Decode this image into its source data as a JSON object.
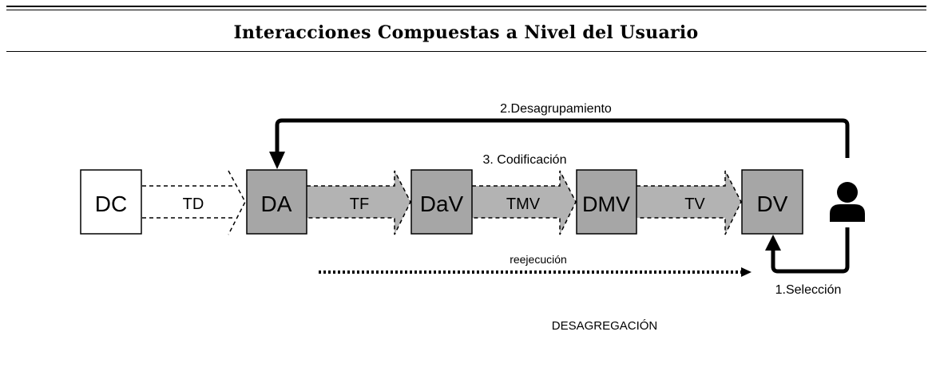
{
  "title": "Interacciones Compuestas a Nivel del Usuario",
  "nodes": {
    "dc": "DC",
    "da": "DA",
    "dav": "DaV",
    "dmv": "DMV",
    "dv": "DV"
  },
  "edges": {
    "td": "TD",
    "tf": "TF",
    "tmv": "TMV",
    "tv": "TV"
  },
  "labels": {
    "desagrupamiento": "2.Desagrupamiento",
    "codificacion": "3. Codificación",
    "reejecucion": "reejecución",
    "seleccion": "1.Selección",
    "desagregacion": "DESAGREGACIÓN"
  },
  "colors": {
    "node_fill": "#a6a6a6",
    "arrow_fill": "#b3b3b3",
    "line": "#000000"
  },
  "icons": {
    "user": "user-icon"
  }
}
